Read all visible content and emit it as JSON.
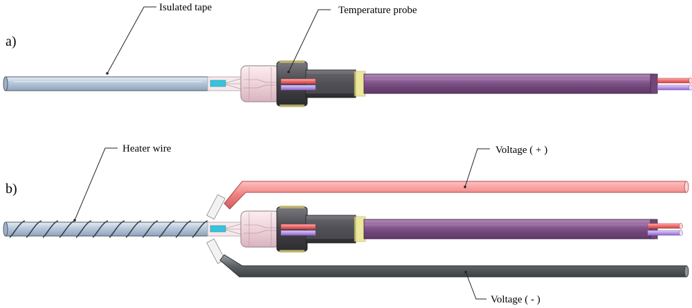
{
  "panels": {
    "a": {
      "label": "a)"
    },
    "b": {
      "label": "b)"
    }
  },
  "labels": {
    "insulated_tape": "Isulated tape",
    "temperature_probe": "Temperature probe",
    "heater_wire": "Heater wire",
    "voltage_plus": "Voltage ( + )",
    "voltage_minus": "Voltage ( - )"
  },
  "colors": {
    "tube_blue": "#b9c9db",
    "sleeve_pink": "#f2d6dc",
    "collar_dark": "#4a4a4e",
    "conduit_purple": "#8a5a92",
    "wire_red": "#f06a6a",
    "wire_violet": "#b896e8",
    "lead_red": "#f07f80",
    "lead_gray": "#5d6266",
    "accent_cyan": "#35c4df",
    "accent_yellow": "#e8e07a"
  }
}
